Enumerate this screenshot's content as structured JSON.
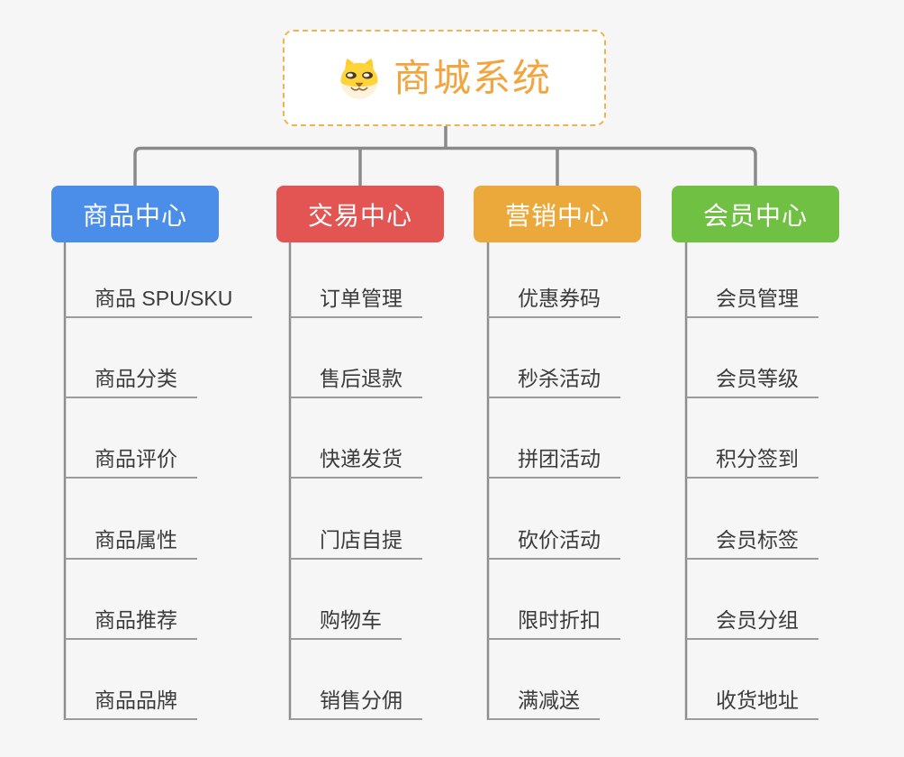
{
  "canvas": {
    "background": "#f6f6f6",
    "connector_color": "#8a8a8a",
    "leaf_line_color": "#9c9c9c"
  },
  "root": {
    "label": "商城系统",
    "icon": "dog-face-icon",
    "text_color": "#F2A53E",
    "border_color": "#F2B24D",
    "fill_color": "#ffffff"
  },
  "branches": [
    {
      "label": "商品中心",
      "color": "#4A8EE9",
      "items": [
        "商品 SPU/SKU",
        "商品分类",
        "商品评价",
        "商品属性",
        "商品推荐",
        "商品品牌"
      ]
    },
    {
      "label": "交易中心",
      "color": "#E35552",
      "items": [
        "订单管理",
        "售后退款",
        "快递发货",
        "门店自提",
        "购物车",
        "销售分佣"
      ]
    },
    {
      "label": "营销中心",
      "color": "#EBA93C",
      "items": [
        "优惠券码",
        "秒杀活动",
        "拼团活动",
        "砍价活动",
        "限时折扣",
        "满减送"
      ]
    },
    {
      "label": "会员中心",
      "color": "#6FC043",
      "items": [
        "会员管理",
        "会员等级",
        "积分签到",
        "会员标签",
        "会员分组",
        "收货地址"
      ]
    }
  ]
}
